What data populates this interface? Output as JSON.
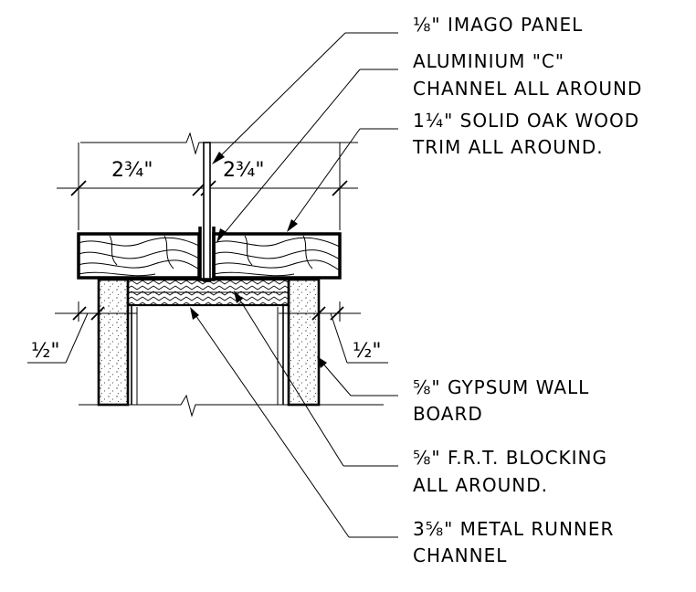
{
  "labels": {
    "imago_panel": [
      "⅛\" IMAGO PANEL"
    ],
    "aluminium_channel": [
      "ALUMINIUM \"C\"",
      "CHANNEL ALL AROUND"
    ],
    "oak_trim": [
      "1¼\" SOLID OAK WOOD",
      "TRIM ALL AROUND."
    ],
    "gypsum_board": [
      "⅝\" GYPSUM WALL",
      "BOARD"
    ],
    "frt_blocking": [
      "⅝\" F.R.T. BLOCKING",
      "ALL AROUND."
    ],
    "metal_runner": [
      "3⅝\" METAL RUNNER",
      "CHANNEL"
    ]
  },
  "dimensions": {
    "trim_left": "2¾\"",
    "trim_right": "2¾\"",
    "gyp_left": "½\"",
    "gyp_right": "½\""
  }
}
